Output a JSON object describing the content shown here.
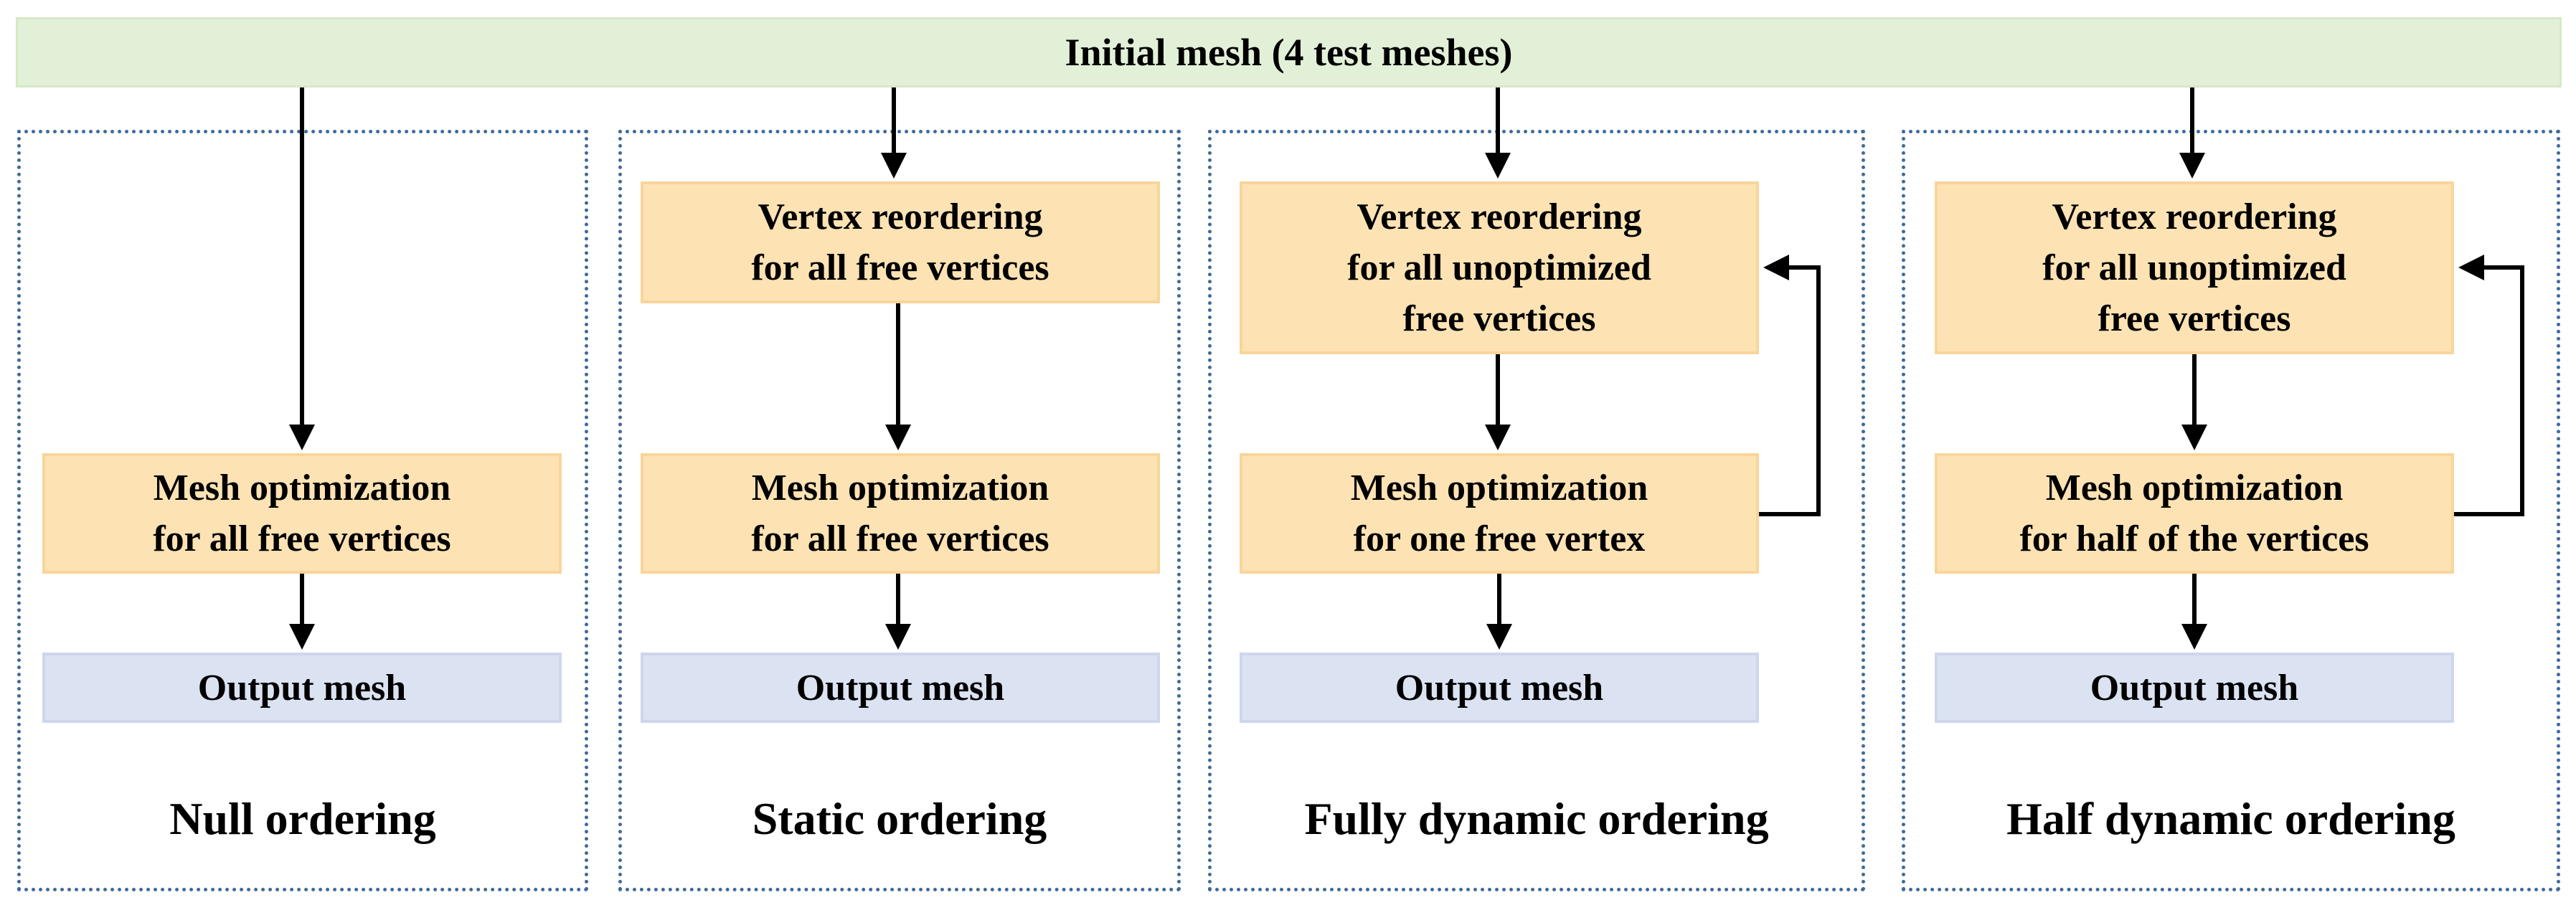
{
  "initial": "Initial mesh (4 test meshes)",
  "panels": [
    {
      "label": "Null ordering",
      "optimize": "Mesh optimization\nfor all free vertices",
      "output": "Output mesh"
    },
    {
      "label": "Static ordering",
      "reorder": "Vertex reordering\nfor all free vertices",
      "optimize": "Mesh optimization\nfor all free vertices",
      "output": "Output mesh"
    },
    {
      "label": "Fully dynamic ordering",
      "reorder": "Vertex reordering\nfor all unoptimized\nfree vertices",
      "optimize": "Mesh optimization\nfor one free vertex",
      "output": "Output mesh"
    },
    {
      "label": "Half dynamic ordering",
      "reorder": "Vertex reordering\nfor all unoptimized\nfree vertices",
      "optimize": "Mesh optimization\nfor half of the vertices",
      "output": "Output mesh"
    }
  ],
  "colors": {
    "initial_fill": "#e3f0d8",
    "process_fill": "#fde2b4",
    "output_fill": "#dbe2f1",
    "panel_border": "#3e6b9a"
  }
}
